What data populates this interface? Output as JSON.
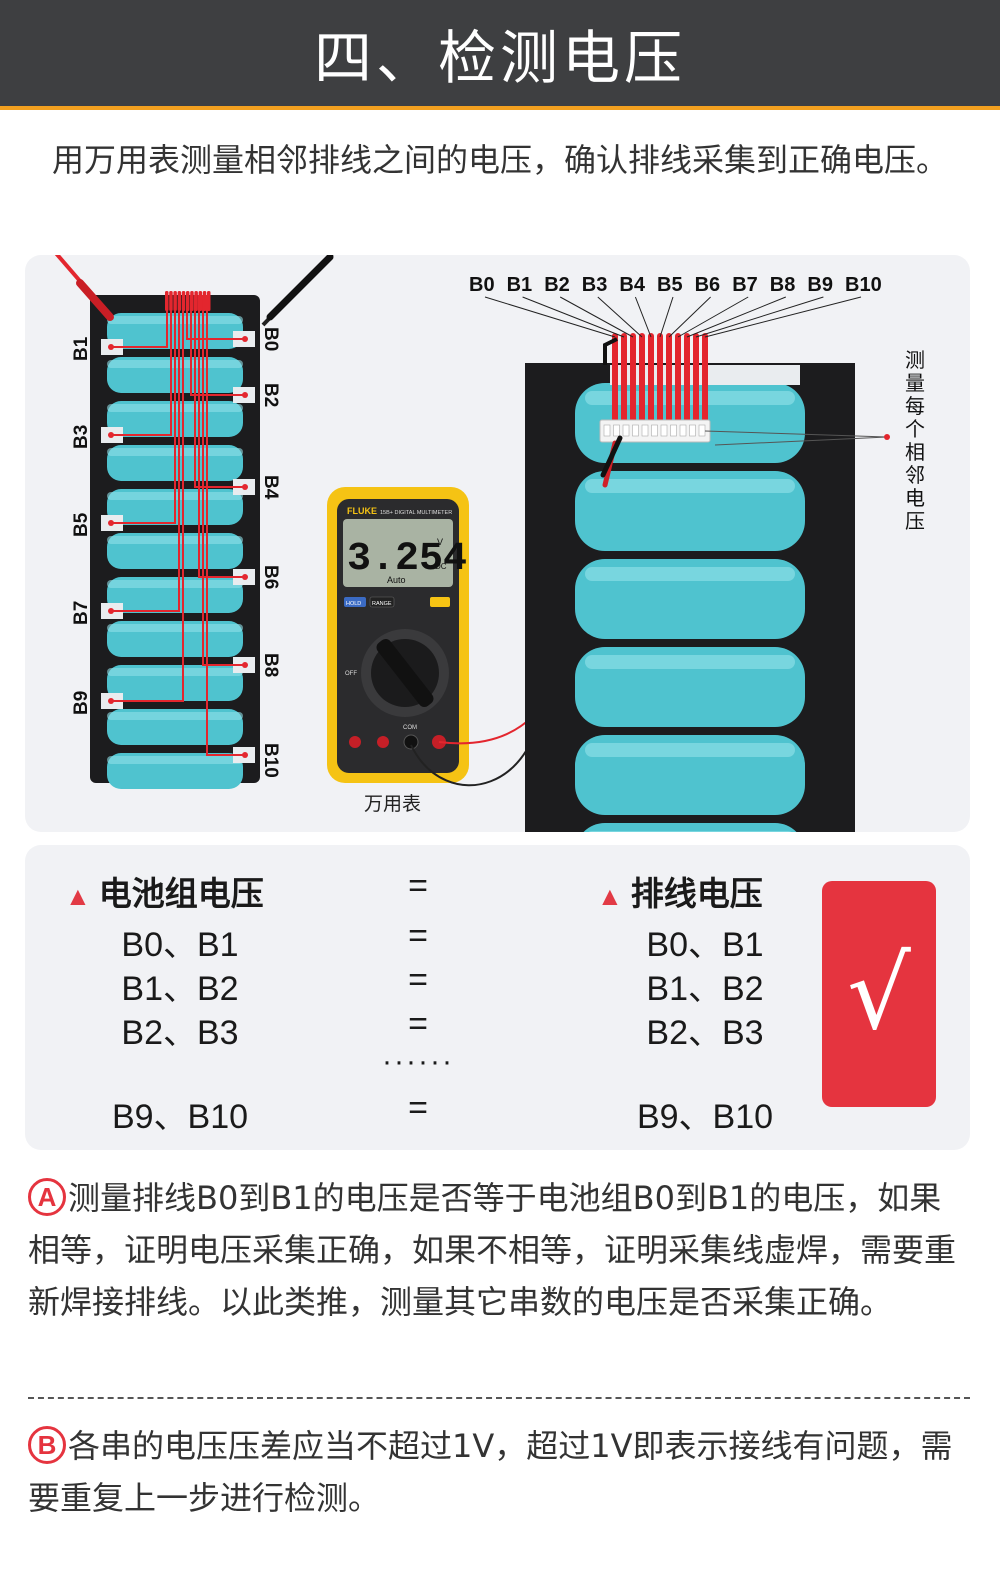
{
  "header": {
    "title": "四、检测电压"
  },
  "intro": {
    "text": "用万用表测量相邻排线之间的电压，确认排线采集到正确电压。"
  },
  "diagram": {
    "left_pack_labels_left": [
      "B1",
      "B3",
      "B5",
      "B7",
      "B9"
    ],
    "left_pack_labels_right": [
      "B0",
      "B2",
      "B4",
      "B6",
      "B8",
      "B10"
    ],
    "top_labels": [
      "B0",
      "B1",
      "B2",
      "B3",
      "B4",
      "B5",
      "B6",
      "B7",
      "B8",
      "B9",
      "B10"
    ],
    "side_note": "测量每个相邻电压",
    "multimeter": {
      "brand": "FLUKE",
      "model": "15B+ DIGITAL MULTIMETER",
      "reading": "3.254",
      "unit_v": "V",
      "unit_dc": "DC",
      "mode": "Auto",
      "hold_label": "HOLD",
      "range_label": "RANGE",
      "off_label": "OFF",
      "com_label": "COM",
      "label": "万用表"
    },
    "colors": {
      "cell": "#4fc3cf",
      "frame": "#1c1c1e",
      "wire": "#e3262e",
      "probe_black": "#222222"
    }
  },
  "table": {
    "col_left_header": "电池组电压",
    "col_right_header": "排线电压",
    "eq": "=",
    "ellipsis": "······",
    "rows": [
      {
        "left": "B0、B1",
        "right": "B0、B1"
      },
      {
        "left": "B1、B2",
        "right": "B1、B2"
      },
      {
        "left": "B2、B3",
        "right": "B2、B3"
      },
      {
        "left": "B9、B10",
        "right": "B9、B10"
      }
    ],
    "check": "√"
  },
  "notes": {
    "a_badge": "A",
    "a_text": "测量排线B0到B1的电压是否等于电池组B0到B1的电压，如果相等，证明电压采集正确，如果不相等，证明采集线虚焊，需要重新焊接排线。以此类推，测量其它串数的电压是否采集正确。",
    "b_badge": "B",
    "b_text": "各串的电压压差应当不超过1V，超过1V即表示接线有问题，需要重复上一步进行检测。"
  }
}
